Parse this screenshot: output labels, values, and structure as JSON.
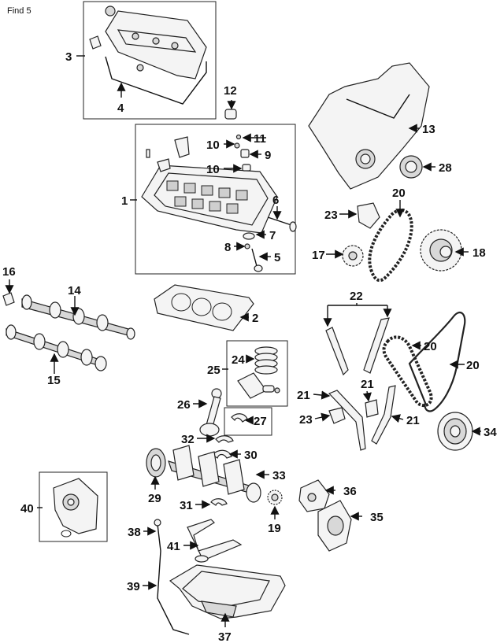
{
  "header": {
    "label": "Find 5"
  },
  "callouts": [
    "1",
    "2",
    "3",
    "4",
    "5",
    "6",
    "7",
    "8",
    "9",
    "10",
    "10",
    "11",
    "12",
    "13",
    "14",
    "15",
    "16",
    "17",
    "18",
    "19",
    "20",
    "20",
    "20",
    "21",
    "21",
    "21",
    "22",
    "23",
    "23",
    "24",
    "25",
    "26",
    "27",
    "28",
    "29",
    "30",
    "31",
    "32",
    "33",
    "34",
    "35",
    "36",
    "37",
    "38",
    "39",
    "40",
    "41"
  ],
  "colors": {
    "ink": "#111111",
    "fill": "#f4f4f4",
    "shade": "#d8d8d8",
    "background": "#ffffff"
  }
}
